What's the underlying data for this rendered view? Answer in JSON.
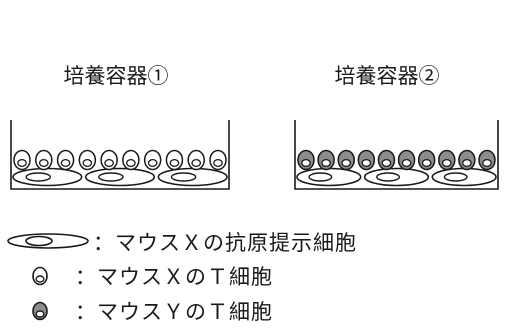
{
  "containers": [
    {
      "label": "培養容器①",
      "tcell_type": "mouse-x-t-cell"
    },
    {
      "label": "培養容器②",
      "tcell_type": "mouse-y-t-cell"
    }
  ],
  "legend": [
    {
      "symbol": "antigen-presenting-cell",
      "text": "：マウスＸの抗原提示細胞"
    },
    {
      "symbol": "mouse-x-t-cell",
      "text": "：マウスＸのＴ細胞"
    },
    {
      "symbol": "mouse-y-t-cell",
      "text": "：マウスＹのＴ細胞"
    }
  ],
  "colors": {
    "outline": "#1a1a1a",
    "mouse_x_t_cell_fill": "#ffffff",
    "mouse_y_t_cell_fill": "#8c8c8c"
  }
}
